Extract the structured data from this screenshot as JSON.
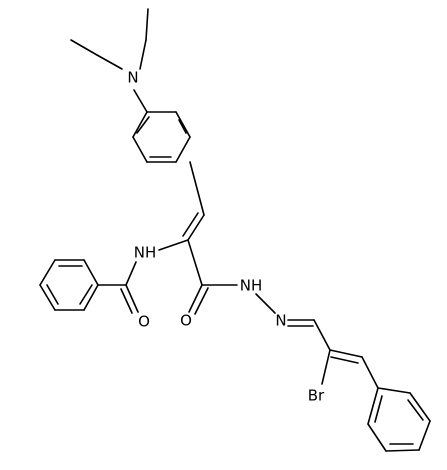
{
  "molecule": {
    "atom_labels": {
      "amine_n": "N",
      "nh_amide": "NH",
      "carbonyl_o_left": "O",
      "carbonyl_o_right": "O",
      "nh_hydrazide": "NH",
      "imine_n": "N",
      "bromine": "Br"
    },
    "colors": {
      "bond": "#000000",
      "label": "#000000",
      "background": "#ffffff"
    }
  }
}
